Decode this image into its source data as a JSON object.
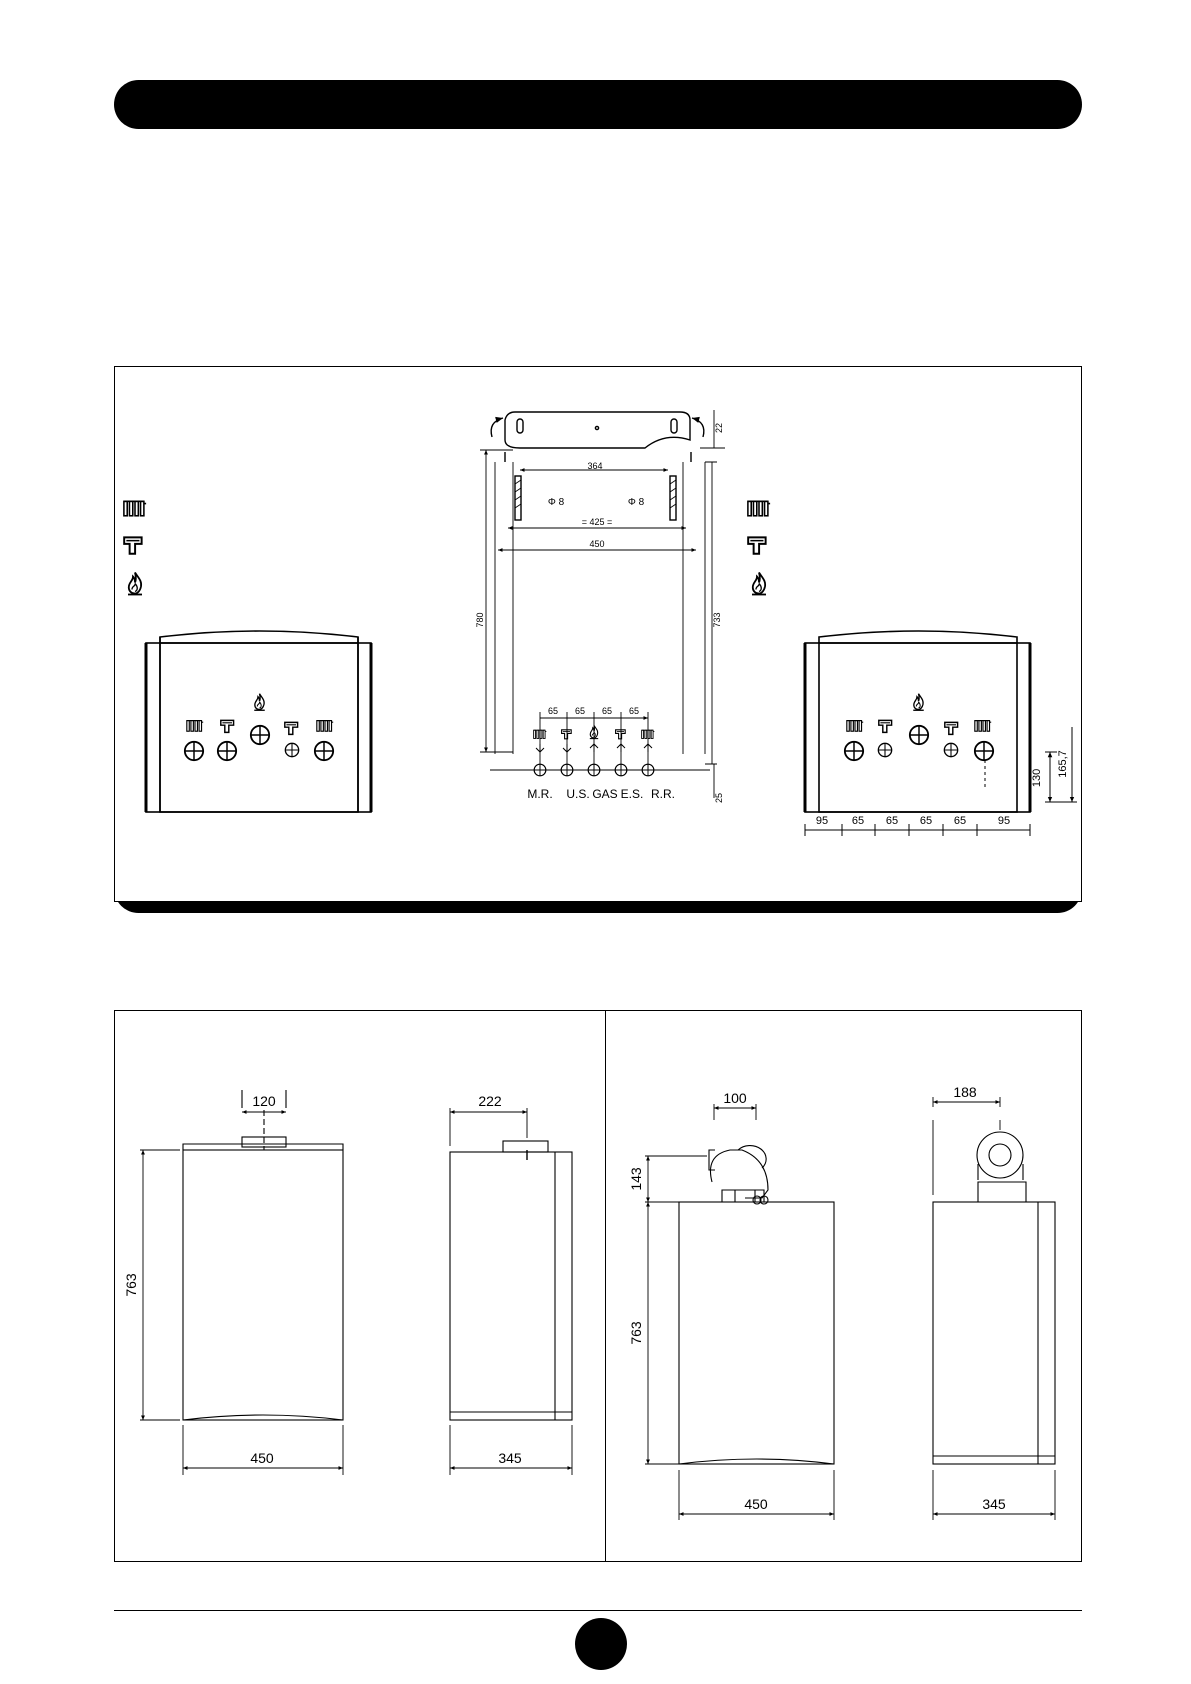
{
  "install": {
    "bracket": {
      "width_bracket_holes": "364",
      "hole_diameter_left": "Φ 8",
      "hole_diameter_right": "Φ 8",
      "width_hook_centres": "= 425 =",
      "width_boiler": "450",
      "height_total": "780",
      "height_bracket_to_connections": "733",
      "height_bracket_offset": "22",
      "height_bottom_offset": "25",
      "spacing_1": "65",
      "spacing_2": "65",
      "spacing_3": "65",
      "spacing_4": "65"
    },
    "connection_labels": {
      "mr": "M.R.",
      "us": "U.S.",
      "gas": "GAS",
      "es": "E.S.",
      "rr": "R.R."
    },
    "right_view": {
      "height_pipes": "130",
      "height_pipes_total": "165,7",
      "spacing_left_edge": "95",
      "spacing_1": "65",
      "spacing_2": "65",
      "spacing_3": "65",
      "spacing_4": "65",
      "spacing_right_edge": "95"
    }
  },
  "dimensions": {
    "panel_a": {
      "flue_width": "120",
      "flue_offset": "222",
      "height": "763",
      "width": "450",
      "depth": "345"
    },
    "panel_b": {
      "flue_width": "100",
      "flue_side_offset": "188",
      "flue_height": "143",
      "height": "763",
      "width": "450",
      "depth": "345"
    }
  },
  "icons": {
    "legend": [
      "radiator-icon",
      "tap-icon",
      "flame-icon"
    ]
  }
}
